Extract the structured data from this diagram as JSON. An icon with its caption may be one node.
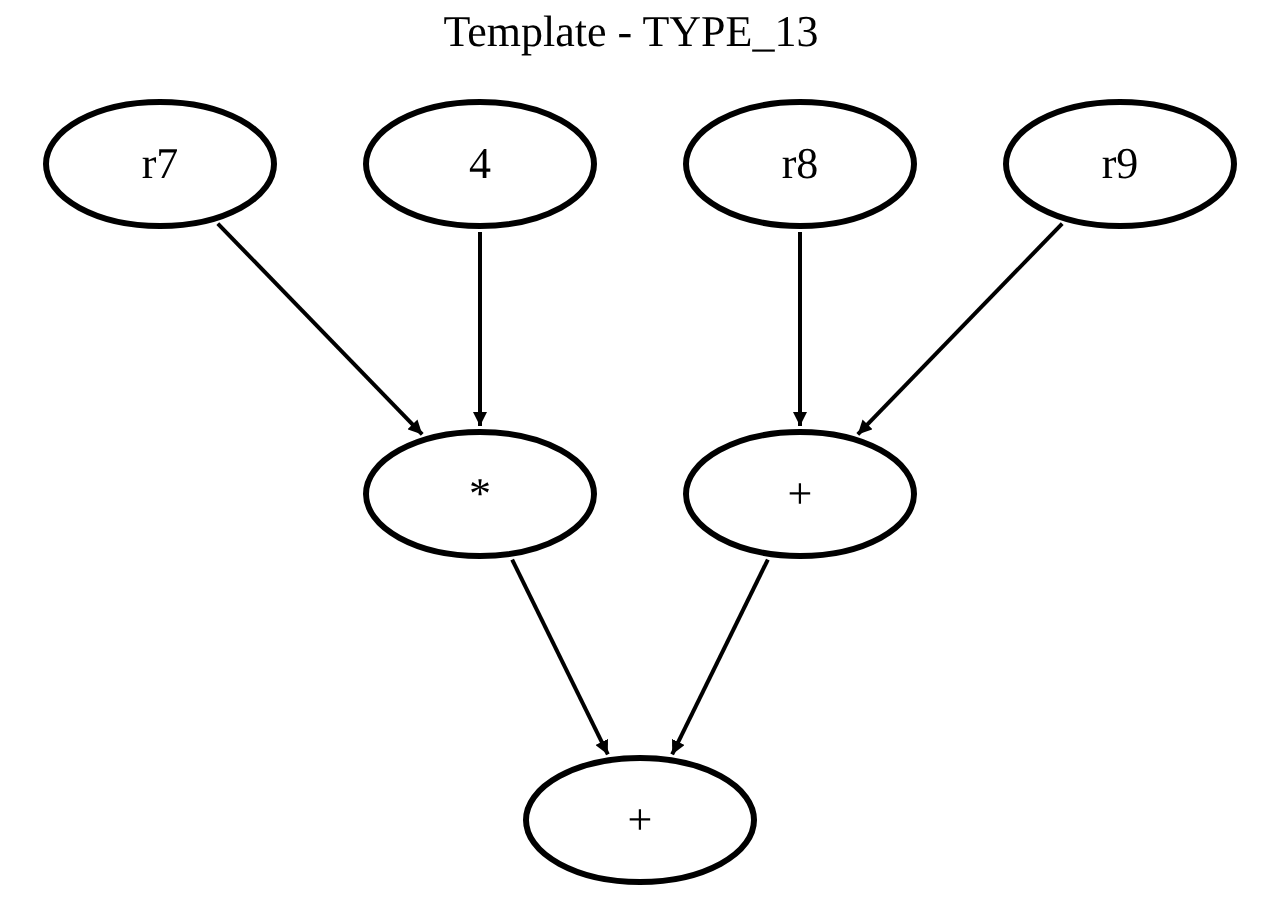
{
  "diagram": {
    "title": "Template - TYPE_13",
    "nodes": [
      {
        "text": [
          "r7"
        ]
      },
      {
        "text": [
          "4"
        ]
      },
      {
        "text": [
          "r8"
        ]
      },
      {
        "text": [
          "r9"
        ]
      },
      {
        "text": [
          "*"
        ]
      },
      {
        "text": [
          "+"
        ]
      },
      {
        "text": [
          "+"
        ]
      }
    ],
    "edges": [
      {
        "from": 0,
        "to": 4,
        "arrow": "to"
      },
      {
        "from": 1,
        "to": 4,
        "arrow": "to"
      },
      {
        "from": 2,
        "to": 5,
        "arrow": "to"
      },
      {
        "from": 3,
        "to": 5,
        "arrow": "to"
      },
      {
        "from": 4,
        "to": 6,
        "arrow": "to"
      },
      {
        "from": 5,
        "to": 6,
        "arrow": "to"
      }
    ]
  }
}
